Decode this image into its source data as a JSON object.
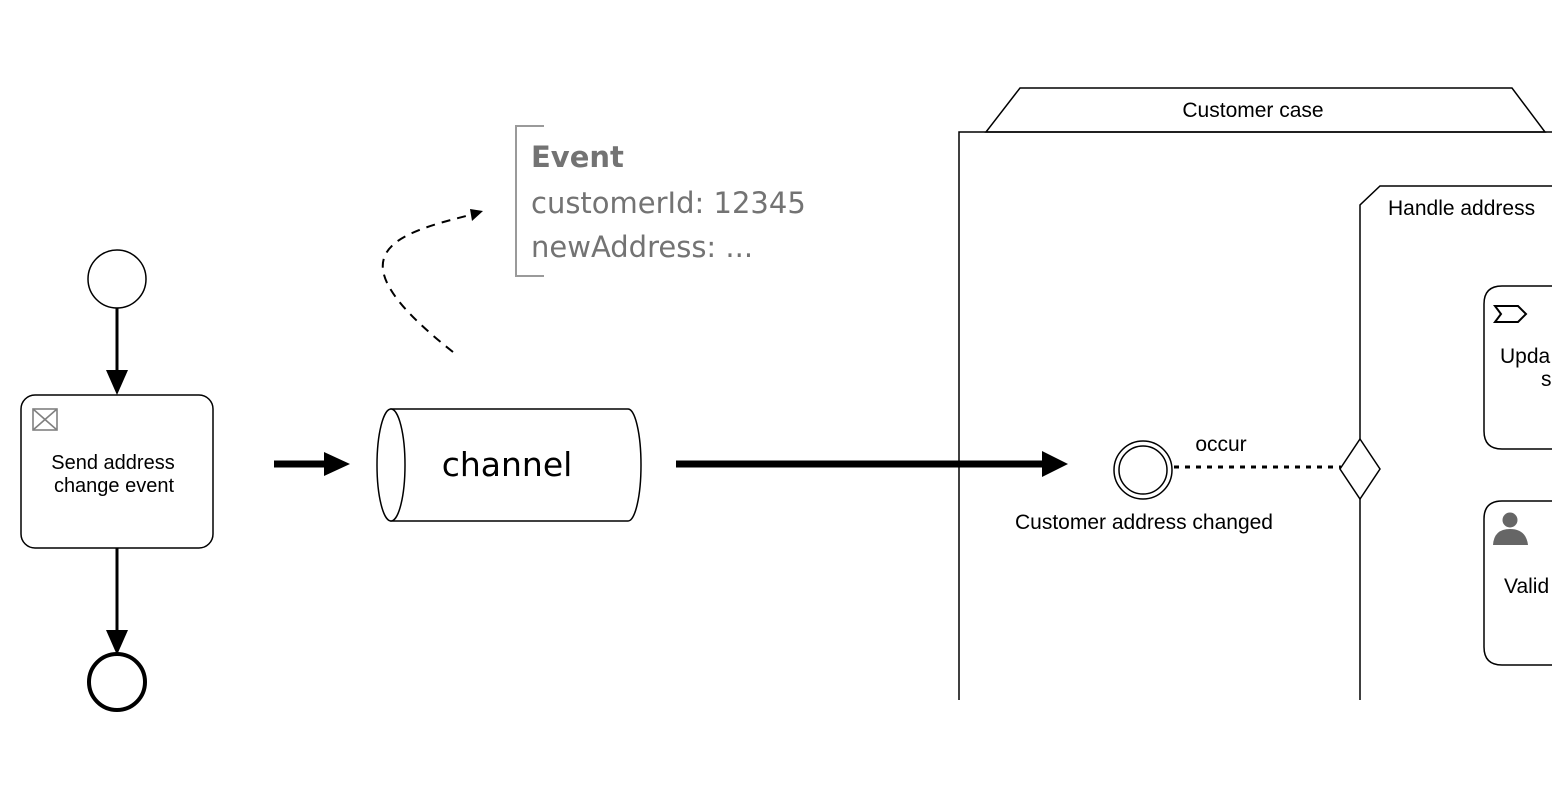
{
  "colors": {
    "stroke": "#000000",
    "fill": "#ffffff",
    "annotation_text": "#737373",
    "annotation_bracket": "#9a9a9a",
    "icon": "#808080",
    "user_icon": "#666666"
  },
  "sender": {
    "task_label_line1": "Send address",
    "task_label_line2": "change event",
    "task_icon": "envelope-icon"
  },
  "channel": {
    "label": "channel"
  },
  "annotation": {
    "title": "Event",
    "line1": "customerId: 12345",
    "line2": "newAddress: ..."
  },
  "case": {
    "title": "Customer case",
    "event_label": "Customer address changed",
    "connector_label": "occur",
    "stage_title": "Handle address",
    "task1": {
      "icon": "send-tag-icon",
      "line1": "Upda",
      "line2": "s"
    },
    "task2": {
      "icon": "user-icon",
      "line1": "Valid"
    }
  }
}
